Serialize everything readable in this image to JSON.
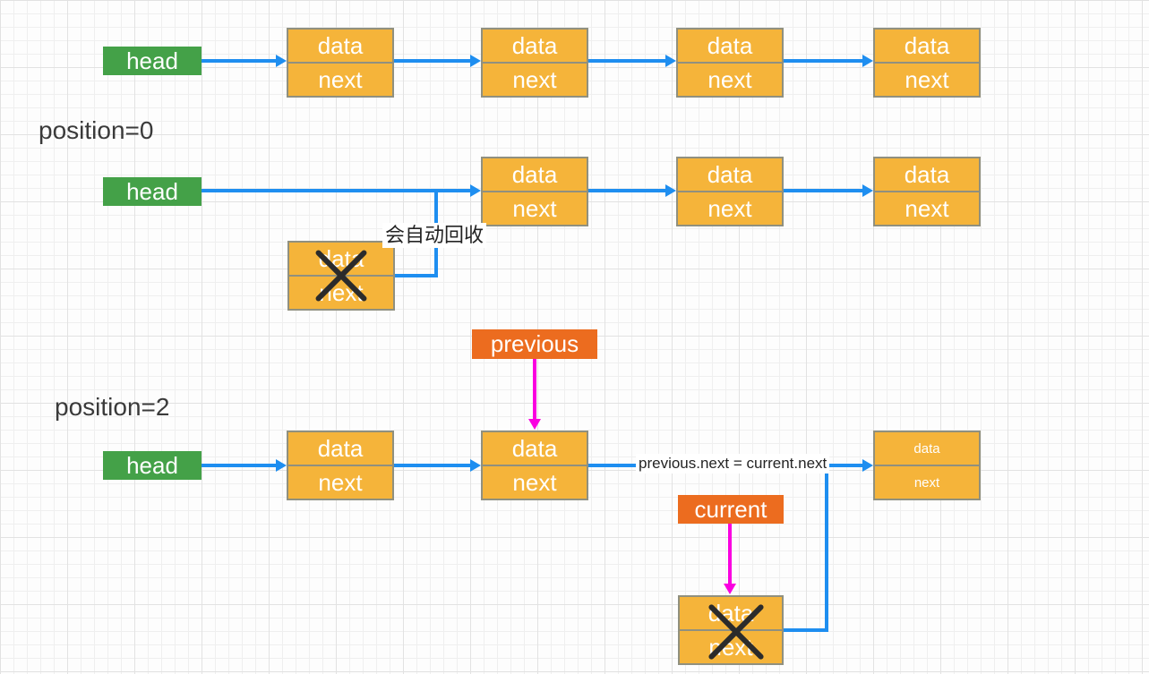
{
  "labels": {
    "head": "head",
    "position0": "position=0",
    "position2": "position=2",
    "previous": "previous",
    "current": "current",
    "recycle_note": "会自动回收",
    "assign_note": "previous.next = current.next"
  },
  "node_labels": {
    "data": "data",
    "next": "next"
  },
  "diagram": {
    "type": "linked-list-deletion",
    "rows": [
      {
        "name": "original-list",
        "node_count": 4
      },
      {
        "name": "delete-at-position-0",
        "node_count": 3,
        "removed_node_crossed_out": true
      },
      {
        "name": "delete-at-position-2",
        "node_count": 4,
        "removed_node_crossed_out": true
      }
    ]
  },
  "colors": {
    "node_fill": "#F5B43A",
    "node_border": "#90907f",
    "head_fill": "#44A148",
    "pointer_label_fill": "#EC6C1F",
    "arrow_blue": "#1E8EF0",
    "arrow_magenta": "#FA00E0",
    "x_mark": "#2b2b2b",
    "text_dark": "#3a3a3a"
  }
}
